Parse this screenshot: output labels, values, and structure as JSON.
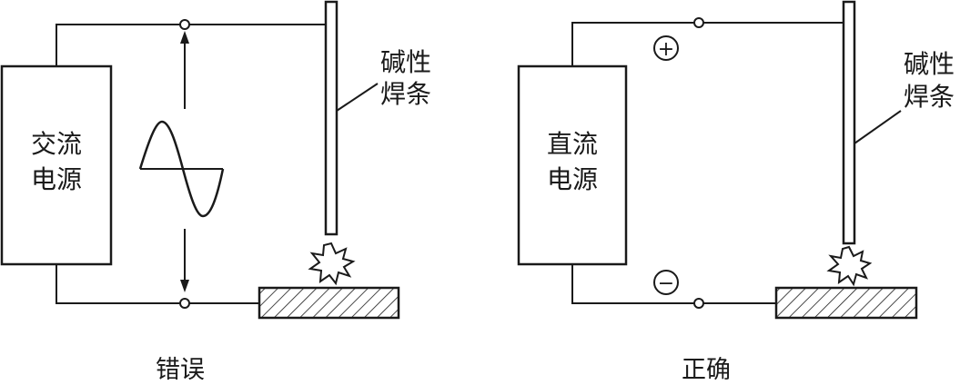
{
  "left_diagram": {
    "power_label_line1": "交流",
    "power_label_line2": "电源",
    "electrode_label_line1": "碱性",
    "electrode_label_line2": "焊条",
    "caption": "错误"
  },
  "right_diagram": {
    "power_label_line1": "直流",
    "power_label_line2": "电源",
    "electrode_label_line1": "碱性",
    "electrode_label_line2": "焊条",
    "positive_symbol": "+",
    "negative_symbol": "−",
    "caption": "正确"
  }
}
